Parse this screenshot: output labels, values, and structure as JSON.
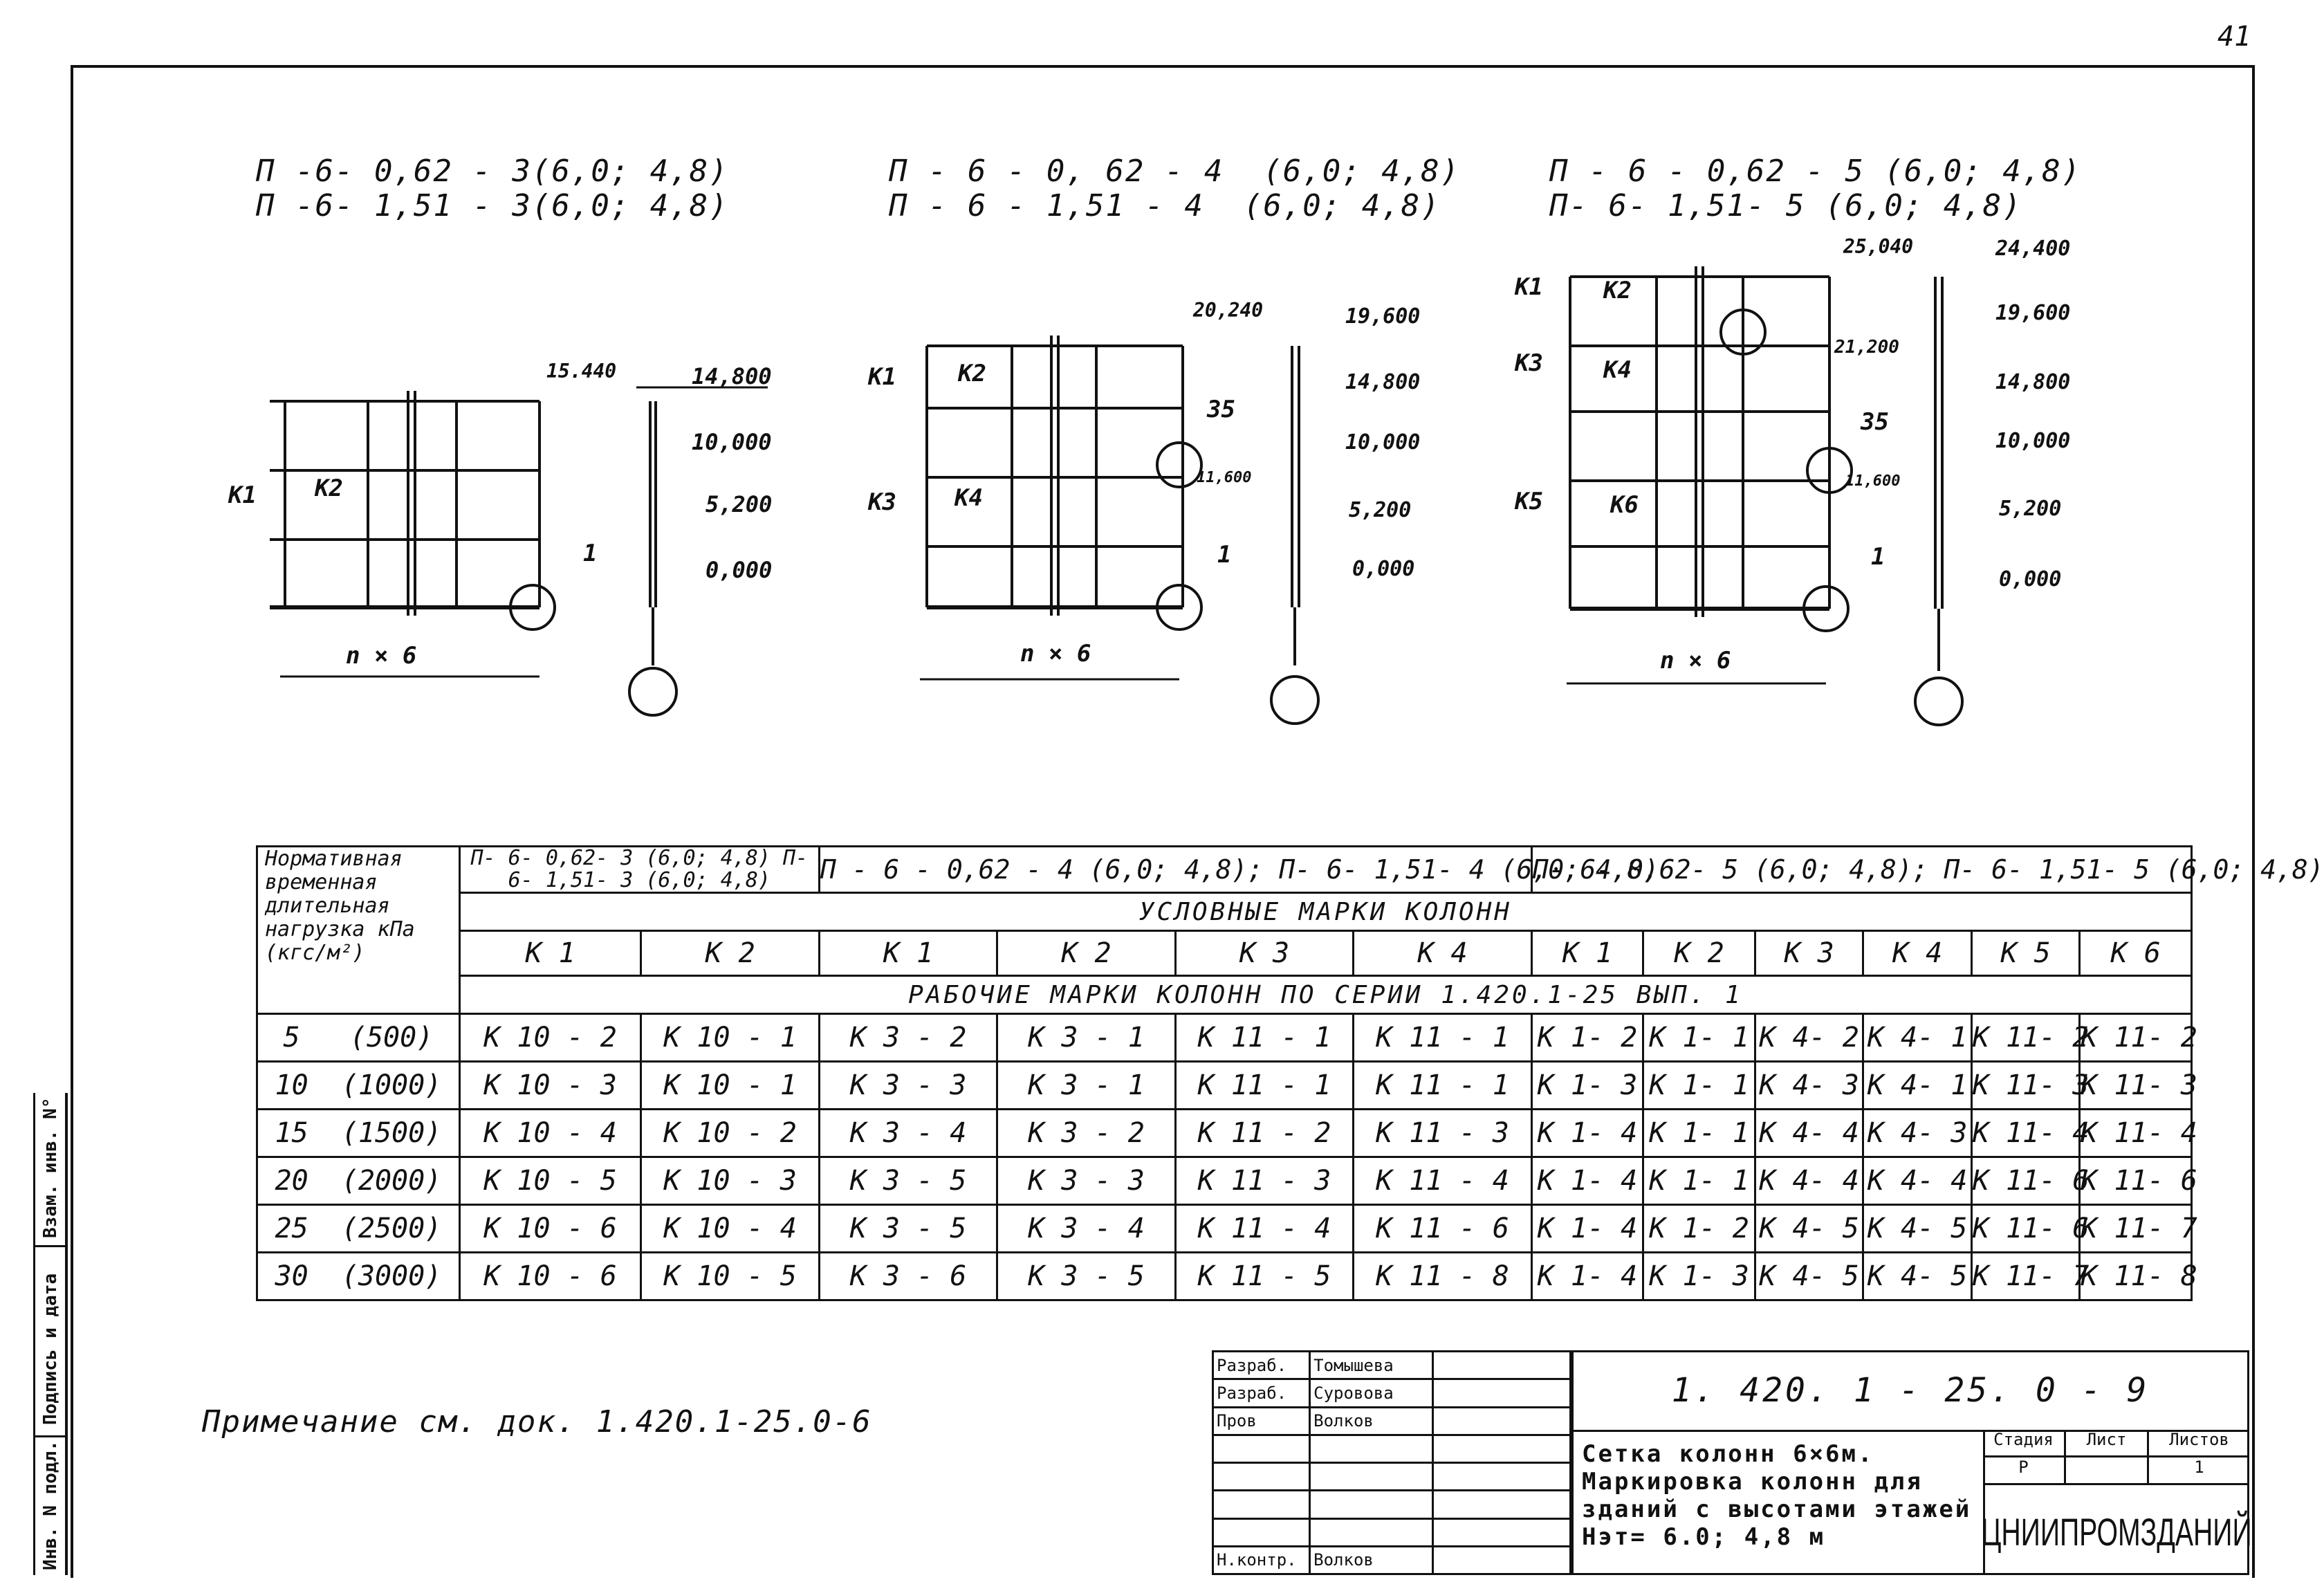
{
  "sheet_mark": "41",
  "frames": [
    {
      "title1": "П -6- 0,62 - 3(6,0; 4,8)",
      "title2": "П -6- 1,51 - 3(6,0; 4,8)",
      "marks": [
        "К1",
        "К2"
      ],
      "span": "n × 6",
      "levels": [
        "15.440",
        "14,800",
        "10,000",
        "5,200",
        "0,000"
      ],
      "node": "1"
    },
    {
      "title1": "П - 6 - 0, 62 - 4  (6,0; 4,8)",
      "title2": "П - 6 - 1,51 - 4  (6,0; 4,8)",
      "marks": [
        "К1",
        "К2",
        "К3",
        "К4"
      ],
      "span": "n × 6",
      "levels": [
        "20,240",
        "19,600",
        "14,800",
        "10,000",
        "11,600",
        "5,200",
        "0,000"
      ],
      "node": "1",
      "joint": "35"
    },
    {
      "title1": "П - 6 - 0,62 - 5 (6,0; 4,8)",
      "title2": "П- 6- 1,51- 5 (6,0; 4,8)",
      "marks": [
        "К1",
        "К2",
        "К3",
        "К4",
        "К5",
        "К6"
      ],
      "span": "n × 6",
      "levels": [
        "25,040",
        "24,400",
        "19,600",
        "21,200",
        "14,800",
        "10,000",
        "11,600",
        "5,200",
        "0,000"
      ],
      "node": "1",
      "joint": "35"
    }
  ],
  "table": {
    "load_header": "Нормативная временная длительная нагрузка кПа (кгс/м²)",
    "groups": [
      "П- 6- 0,62- 3 (6,0; 4,8) П- 6- 1,51- 3 (6,0; 4,8)",
      "П - 6 - 0,62 - 4 (6,0; 4,8); П- 6- 1,51- 4 (6,0; 4,8)",
      "П- 6- 0,62- 5 (6,0; 4,8); П- 6- 1,51- 5 (6,0; 4,8)"
    ],
    "cond_header": "УСЛОВНЫЕ  МАРКИ  КОЛОНН",
    "cols": [
      "К 1",
      "К 2",
      "К 1",
      "К 2",
      "К 3",
      "К 4",
      "К 1",
      "К 2",
      "К 3",
      "К 4",
      "К 5",
      "К 6"
    ],
    "work_header": "РАБОЧИЕ  МАРКИ  КОЛОНН  ПО  СЕРИИ  1.420.1-25  ВЫП. 1",
    "rows": [
      {
        "load": "5   (500)",
        "cells": [
          "К 10 - 2",
          "К 10 - 1",
          "К 3 - 2",
          "К 3 - 1",
          "К 11 - 1",
          "К 11 - 1",
          "К 1- 2",
          "К 1- 1",
          "К 4- 2",
          "К 4- 1",
          "К 11- 2",
          "К 11- 2"
        ]
      },
      {
        "load": "10  (1000)",
        "cells": [
          "К 10 - 3",
          "К 10 - 1",
          "К 3 - 3",
          "К 3 - 1",
          "К 11 - 1",
          "К 11 - 1",
          "К 1- 3",
          "К 1- 1",
          "К 4- 3",
          "К 4- 1",
          "К 11- 3",
          "К 11- 3"
        ]
      },
      {
        "load": "15  (1500)",
        "cells": [
          "К 10 - 4",
          "К 10 - 2",
          "К 3 - 4",
          "К 3 - 2",
          "К 11 - 2",
          "К 11 - 3",
          "К 1- 4",
          "К 1- 1",
          "К 4- 4",
          "К 4- 3",
          "К 11- 4",
          "К 11- 4"
        ]
      },
      {
        "load": "20  (2000)",
        "cells": [
          "К 10 - 5",
          "К 10 - 3",
          "К 3 - 5",
          "К 3 - 3",
          "К 11 - 3",
          "К 11 - 4",
          "К 1- 4",
          "К 1- 1",
          "К 4- 4",
          "К 4- 4",
          "К 11- 6",
          "К 11- 6"
        ]
      },
      {
        "load": "25  (2500)",
        "cells": [
          "К 10 - 6",
          "К 10 - 4",
          "К 3 - 5",
          "К 3 - 4",
          "К 11 - 4",
          "К 11 - 6",
          "К 1- 4",
          "К 1- 2",
          "К 4- 5",
          "К 4- 5",
          "К 11- 6",
          "К 11- 7"
        ]
      },
      {
        "load": "30  (3000)",
        "cells": [
          "К 10 - 6",
          "К 10 - 5",
          "К 3 - 6",
          "К 3 - 5",
          "К 11 - 5",
          "К 11 - 8",
          "К 1- 4",
          "К 1- 3",
          "К 4- 5",
          "К 4- 5",
          "К 11- 7",
          "К 11- 8"
        ]
      }
    ]
  },
  "note": "Примечание  см. док. 1.420.1-25.0-6",
  "stamp": {
    "roles": [
      [
        "Разраб.",
        "Томышева"
      ],
      [
        "Разраб.",
        "Суровова"
      ],
      [
        "Пров",
        "Волков"
      ],
      [
        "",
        ""
      ],
      [
        "",
        ""
      ],
      [
        "",
        ""
      ],
      [
        "",
        ""
      ],
      [
        "Н.контр.",
        "Волков"
      ]
    ],
    "code": "1. 420. 1 - 25. 0 - 9",
    "description": "Сетка колонн 6×6м. Маркировка колонн для зданий с высотами этажей Нэт= 6.0; 4,8 м",
    "stage_h": "Стадия",
    "sheet_h": "Лист",
    "sheets_h": "Листов",
    "stage": "Р",
    "sheet": "",
    "sheets": "1",
    "org": "ЦНИИПРОМЗДАНИЙ"
  },
  "side": {
    "a": "Инв. N подл.",
    "b": "Подпись и дата",
    "c": "Взам. инв. N°"
  }
}
